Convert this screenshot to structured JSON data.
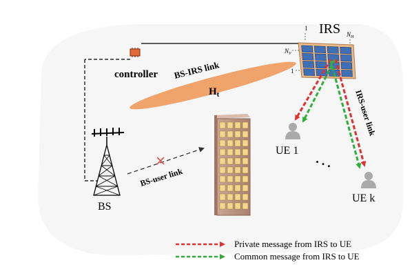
{
  "labels": {
    "irs": "IRS",
    "controller": "controller",
    "bs_irs_link": "BS-IRS link",
    "channel_main": "H",
    "channel_sub": "t",
    "bs": "BS",
    "bs_user_link": "BS-user link",
    "irs_user_link": "IRS-user link",
    "ue1": "UE 1",
    "uek": "UE k",
    "ellipsis": ". . .",
    "irs_col_first": "1",
    "irs_col_last_main": "N",
    "irs_col_last_sub": "H",
    "irs_row_last_main": "N",
    "irs_row_last_sub": "V",
    "irs_row_first": "1"
  },
  "legend": [
    {
      "text": "Private message from IRS to UE",
      "line_color": "#e03030",
      "arrow_color": "#e03030"
    },
    {
      "text": "Common message from IRS to UE",
      "line_color": "#2fae3a",
      "arrow_color": "#2fae3a"
    }
  ],
  "colors": {
    "private": "#e03030",
    "common": "#2fae3a",
    "irs_cell": "#3f6fb5",
    "irs_frame": "#e9b98a",
    "link_beam": "#f0a36a",
    "building": "#b89080",
    "blocked": "#e05050"
  },
  "icons": {
    "controller": "chip-icon",
    "bs": "antenna-tower-icon",
    "ue": "user-icon",
    "building": "building-icon",
    "blocked": "x-icon"
  }
}
